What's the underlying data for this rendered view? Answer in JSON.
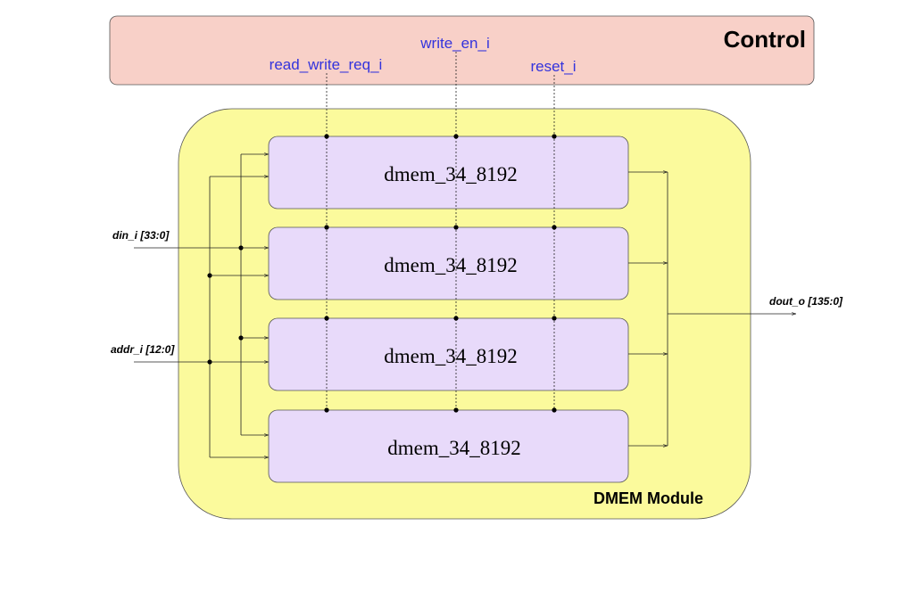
{
  "control": {
    "title": "Control",
    "signals": {
      "read_write_req": "read_write_req_i",
      "write_en": "write_en_i",
      "reset": "reset_i"
    }
  },
  "module": {
    "title": "DMEM Module",
    "blocks": [
      {
        "label": "dmem_34_8192"
      },
      {
        "label": "dmem_34_8192"
      },
      {
        "label": "dmem_34_8192"
      },
      {
        "label": "dmem_34_8192"
      }
    ]
  },
  "ports": {
    "din": "din_i [33:0]",
    "addr": "addr_i [12:0]",
    "dout": "dout_o [135:0]"
  },
  "colors": {
    "control_fill": "#f8d0c8",
    "module_fill": "#fbfa9c",
    "block_fill": "#e8dafa",
    "signal_text": "#3333dd",
    "line": "#222222"
  }
}
